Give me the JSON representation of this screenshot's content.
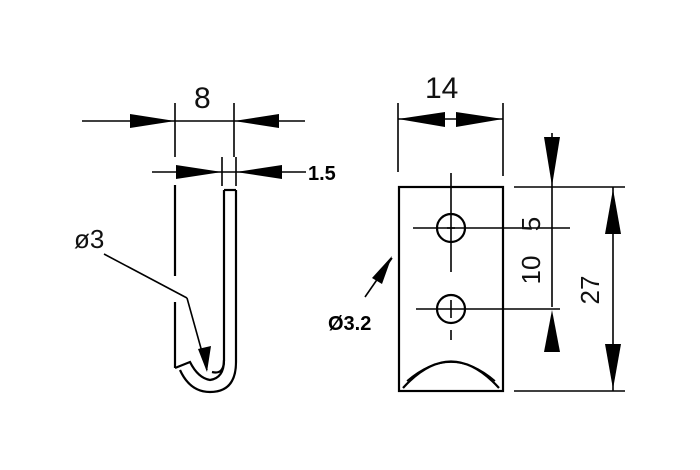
{
  "drawing": {
    "side_view": {
      "width_dim": "8",
      "thickness_dim": "1.5",
      "bend_dim": "ø3"
    },
    "front_view": {
      "width_dim": "14",
      "hole_dim": "Ø3.2",
      "top_offset_dim": "5",
      "hole_spacing_dim": "10",
      "height_dim": "27"
    }
  }
}
